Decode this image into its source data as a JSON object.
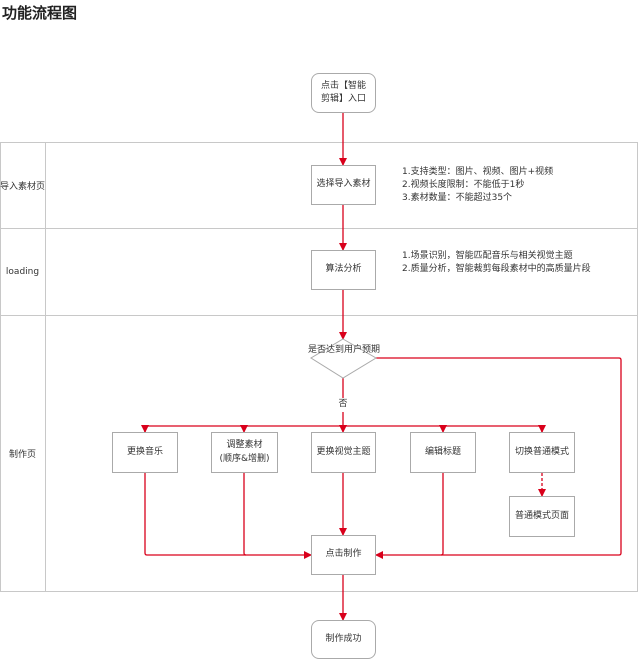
{
  "title": "功能流程图",
  "lanes": [
    "导入素材页",
    "loading",
    "制作页"
  ],
  "nodes": {
    "start": "点击【智能剪辑】入口",
    "select": "选择导入素材",
    "algo": "算法分析",
    "decision": "是否达到用户预期",
    "no_label": "否",
    "music": "更换音乐",
    "adjust_line1": "调整素材",
    "adjust_line2": "(顺序&增删)",
    "theme": "更换视觉主题",
    "edit_title": "编辑标题",
    "switch_mode": "切换普通模式",
    "normal_page": "普通模式页面",
    "make": "点击制作",
    "success": "制作成功"
  },
  "notes": {
    "select": [
      "1.支持类型：图片、视频、图片+视频",
      "2.视频长度限制：不能低于1秒",
      "3.素材数量：不能超过35个"
    ],
    "algo": [
      "1.场景识别，智能匹配音乐与相关视觉主题",
      "2.质量分析，智能裁剪每段素材中的高质量片段"
    ]
  },
  "colors": {
    "arrow": "#d9001b",
    "border": "#aaaaaa"
  }
}
